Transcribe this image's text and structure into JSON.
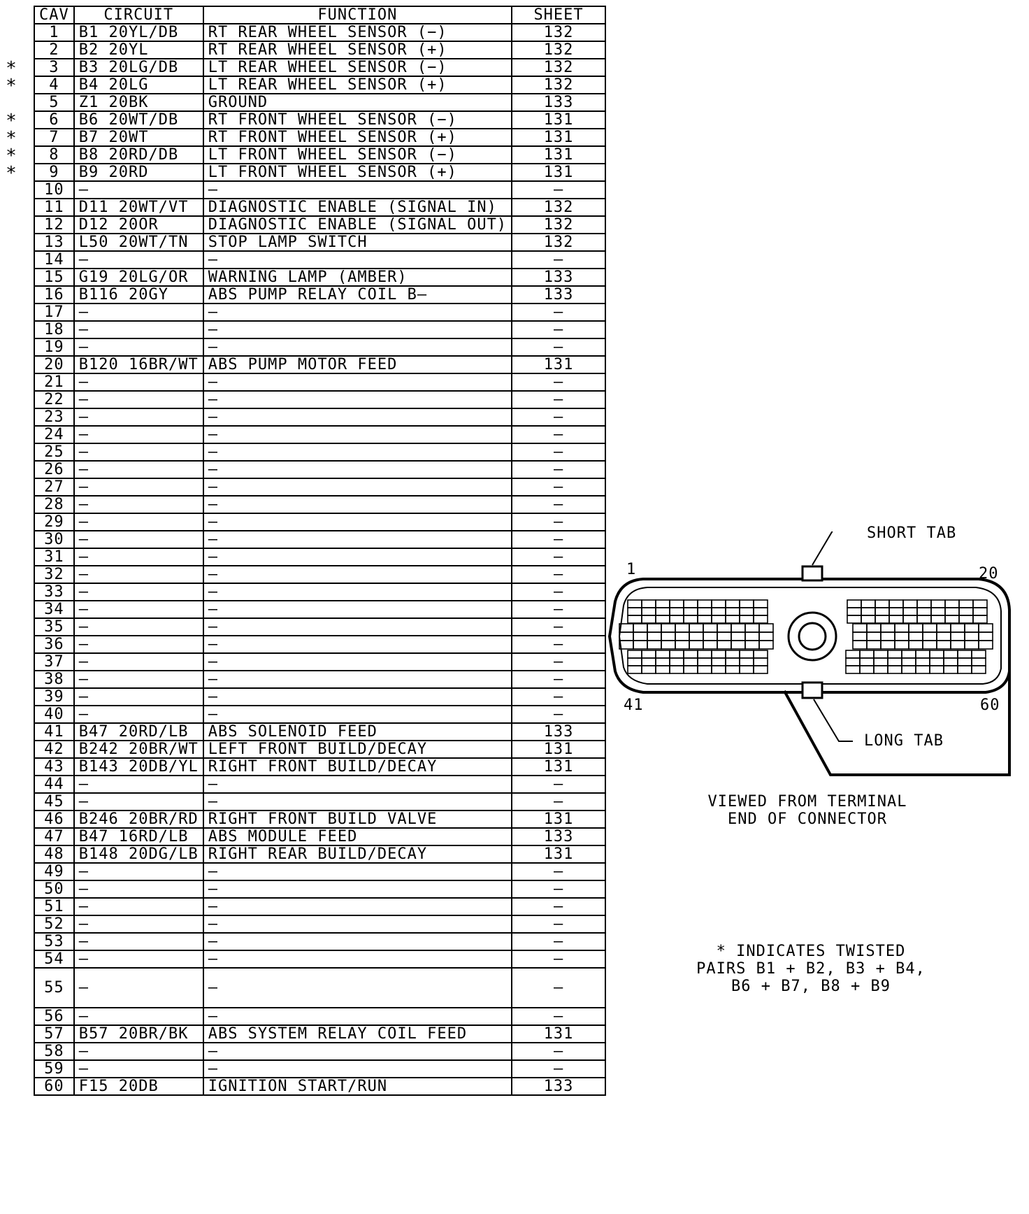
{
  "table": {
    "headers": {
      "cav": "CAV",
      "circuit": "CIRCUIT",
      "function": "FUNCTION",
      "sheet": "SHEET"
    },
    "rows": [
      {
        "cav": "1",
        "circuit": "B1 20YL/DB",
        "function": "RT REAR WHEEL SENSOR (−)",
        "sheet": "132",
        "twisted": false
      },
      {
        "cav": "2",
        "circuit": "B2 20YL",
        "function": "RT REAR WHEEL SENSOR (+)",
        "sheet": "132",
        "twisted": false
      },
      {
        "cav": "3",
        "circuit": "B3 20LG/DB",
        "function": "LT REAR WHEEL SENSOR (−)",
        "sheet": "132",
        "twisted": true
      },
      {
        "cav": "4",
        "circuit": "B4 20LG",
        "function": "LT REAR WHEEL SENSOR (+)",
        "sheet": "132",
        "twisted": true
      },
      {
        "cav": "5",
        "circuit": "Z1 20BK",
        "function": "GROUND",
        "sheet": "133",
        "twisted": false
      },
      {
        "cav": "6",
        "circuit": "B6 20WT/DB",
        "function": "RT FRONT WHEEL SENSOR (−)",
        "sheet": "131",
        "twisted": true
      },
      {
        "cav": "7",
        "circuit": "B7 20WT",
        "function": "RT FRONT WHEEL SENSOR (+)",
        "sheet": "131",
        "twisted": true
      },
      {
        "cav": "8",
        "circuit": "B8 20RD/DB",
        "function": "LT FRONT WHEEL SENSOR (−)",
        "sheet": "131",
        "twisted": true
      },
      {
        "cav": "9",
        "circuit": "B9 20RD",
        "function": "LT FRONT WHEEL SENSOR (+)",
        "sheet": "131",
        "twisted": true
      },
      {
        "cav": "10",
        "circuit": "—",
        "function": "—",
        "sheet": "—",
        "twisted": false
      },
      {
        "cav": "11",
        "circuit": "D11 20WT/VT",
        "function": "DIAGNOSTIC ENABLE (SIGNAL IN)",
        "sheet": "132",
        "twisted": false
      },
      {
        "cav": "12",
        "circuit": "D12 20OR",
        "function": "DIAGNOSTIC ENABLE (SIGNAL OUT)",
        "sheet": "132",
        "twisted": false
      },
      {
        "cav": "13",
        "circuit": "L50 20WT/TN",
        "function": "STOP LAMP SWITCH",
        "sheet": "132",
        "twisted": false
      },
      {
        "cav": "14",
        "circuit": "—",
        "function": "—",
        "sheet": "—",
        "twisted": false
      },
      {
        "cav": "15",
        "circuit": "G19 20LG/OR",
        "function": "WARNING LAMP (AMBER)",
        "sheet": "133",
        "twisted": false
      },
      {
        "cav": "16",
        "circuit": "B116 20GY",
        "function": "ABS PUMP RELAY COIL B—",
        "sheet": "133",
        "twisted": false
      },
      {
        "cav": "17",
        "circuit": "—",
        "function": "—",
        "sheet": "—",
        "twisted": false
      },
      {
        "cav": "18",
        "circuit": "—",
        "function": "—",
        "sheet": "—",
        "twisted": false
      },
      {
        "cav": "19",
        "circuit": "—",
        "function": "—",
        "sheet": "—",
        "twisted": false
      },
      {
        "cav": "20",
        "circuit": "B120 16BR/WT",
        "function": "ABS PUMP MOTOR FEED",
        "sheet": "131",
        "twisted": false
      },
      {
        "cav": "21",
        "circuit": "—",
        "function": "—",
        "sheet": "—",
        "twisted": false
      },
      {
        "cav": "22",
        "circuit": "—",
        "function": "—",
        "sheet": "—",
        "twisted": false
      },
      {
        "cav": "23",
        "circuit": "—",
        "function": "—",
        "sheet": "—",
        "twisted": false
      },
      {
        "cav": "24",
        "circuit": "—",
        "function": "—",
        "sheet": "—",
        "twisted": false
      },
      {
        "cav": "25",
        "circuit": "—",
        "function": "—",
        "sheet": "—",
        "twisted": false
      },
      {
        "cav": "26",
        "circuit": "—",
        "function": "—",
        "sheet": "—",
        "twisted": false
      },
      {
        "cav": "27",
        "circuit": "—",
        "function": "—",
        "sheet": "—",
        "twisted": false
      },
      {
        "cav": "28",
        "circuit": "—",
        "function": "—",
        "sheet": "—",
        "twisted": false
      },
      {
        "cav": "29",
        "circuit": "—",
        "function": "—",
        "sheet": "—",
        "twisted": false
      },
      {
        "cav": "30",
        "circuit": "—",
        "function": "—",
        "sheet": "—",
        "twisted": false
      },
      {
        "cav": "31",
        "circuit": "—",
        "function": "—",
        "sheet": "—",
        "twisted": false
      },
      {
        "cav": "32",
        "circuit": "—",
        "function": "—",
        "sheet": "—",
        "twisted": false
      },
      {
        "cav": "33",
        "circuit": "—",
        "function": "—",
        "sheet": "—",
        "twisted": false
      },
      {
        "cav": "34",
        "circuit": "—",
        "function": "—",
        "sheet": "—",
        "twisted": false
      },
      {
        "cav": "35",
        "circuit": "—",
        "function": "—",
        "sheet": "—",
        "twisted": false
      },
      {
        "cav": "36",
        "circuit": "—",
        "function": "—",
        "sheet": "—",
        "twisted": false
      },
      {
        "cav": "37",
        "circuit": "—",
        "function": "—",
        "sheet": "—",
        "twisted": false
      },
      {
        "cav": "38",
        "circuit": "—",
        "function": "—",
        "sheet": "—",
        "twisted": false
      },
      {
        "cav": "39",
        "circuit": "—",
        "function": "—",
        "sheet": "—",
        "twisted": false
      },
      {
        "cav": "40",
        "circuit": "—",
        "function": "—",
        "sheet": "—",
        "twisted": false
      },
      {
        "cav": "41",
        "circuit": "B47 20RD/LB",
        "function": "ABS SOLENOID FEED",
        "sheet": "133",
        "twisted": false
      },
      {
        "cav": "42",
        "circuit": "B242 20BR/WT",
        "function": "LEFT FRONT BUILD/DECAY",
        "sheet": "131",
        "twisted": false
      },
      {
        "cav": "43",
        "circuit": "B143 20DB/YL",
        "function": "RIGHT FRONT BUILD/DECAY",
        "sheet": "131",
        "twisted": false
      },
      {
        "cav": "44",
        "circuit": "—",
        "function": "—",
        "sheet": "—",
        "twisted": false
      },
      {
        "cav": "45",
        "circuit": "—",
        "function": "—",
        "sheet": "—",
        "twisted": false
      },
      {
        "cav": "46",
        "circuit": "B246 20BR/RD",
        "function": "RIGHT FRONT BUILD VALVE",
        "sheet": "131",
        "twisted": false
      },
      {
        "cav": "47",
        "circuit": "B47 16RD/LB",
        "function": "ABS MODULE FEED",
        "sheet": "133",
        "twisted": false
      },
      {
        "cav": "48",
        "circuit": "B148 20DG/LB",
        "function": "RIGHT REAR BUILD/DECAY",
        "sheet": "131",
        "twisted": false
      },
      {
        "cav": "49",
        "circuit": "—",
        "function": "—",
        "sheet": "—",
        "twisted": false
      },
      {
        "cav": "50",
        "circuit": "—",
        "function": "—",
        "sheet": "—",
        "twisted": false
      },
      {
        "cav": "51",
        "circuit": "—",
        "function": "—",
        "sheet": "—",
        "twisted": false
      },
      {
        "cav": "52",
        "circuit": "—",
        "function": "—",
        "sheet": "—",
        "twisted": false
      },
      {
        "cav": "53",
        "circuit": "—",
        "function": "—",
        "sheet": "—",
        "twisted": false
      },
      {
        "cav": "54",
        "circuit": "—",
        "function": "—",
        "sheet": "—",
        "twisted": false
      },
      {
        "cav": "55",
        "circuit": "—",
        "function": "—",
        "sheet": "—",
        "twisted": false
      },
      {
        "cav": "56",
        "circuit": "—",
        "function": "—",
        "sheet": "—",
        "twisted": false
      },
      {
        "cav": "57",
        "circuit": "B57 20BR/BK",
        "function": "ABS SYSTEM RELAY COIL FEED",
        "sheet": "131",
        "twisted": false
      },
      {
        "cav": "58",
        "circuit": "—",
        "function": "—",
        "sheet": "—",
        "twisted": false
      },
      {
        "cav": "59",
        "circuit": "—",
        "function": "—",
        "sheet": "—",
        "twisted": false
      },
      {
        "cav": "60",
        "circuit": "F15 20DB",
        "function": "IGNITION START/RUN",
        "sheet": "133",
        "twisted": false
      }
    ],
    "twisted_marker": "*"
  },
  "connector": {
    "short_tab_label": "SHORT TAB",
    "long_tab_label": "LONG TAB",
    "pin_1": "1",
    "pin_20": "20",
    "pin_41": "41",
    "pin_60": "60",
    "caption": "VIEWED FROM TERMINAL\nEND OF CONNECTOR"
  },
  "note": {
    "text": "* INDICATES TWISTED\nPAIRS B1 + B2, B3 + B4,\nB6 + B7, B8 + B9"
  }
}
